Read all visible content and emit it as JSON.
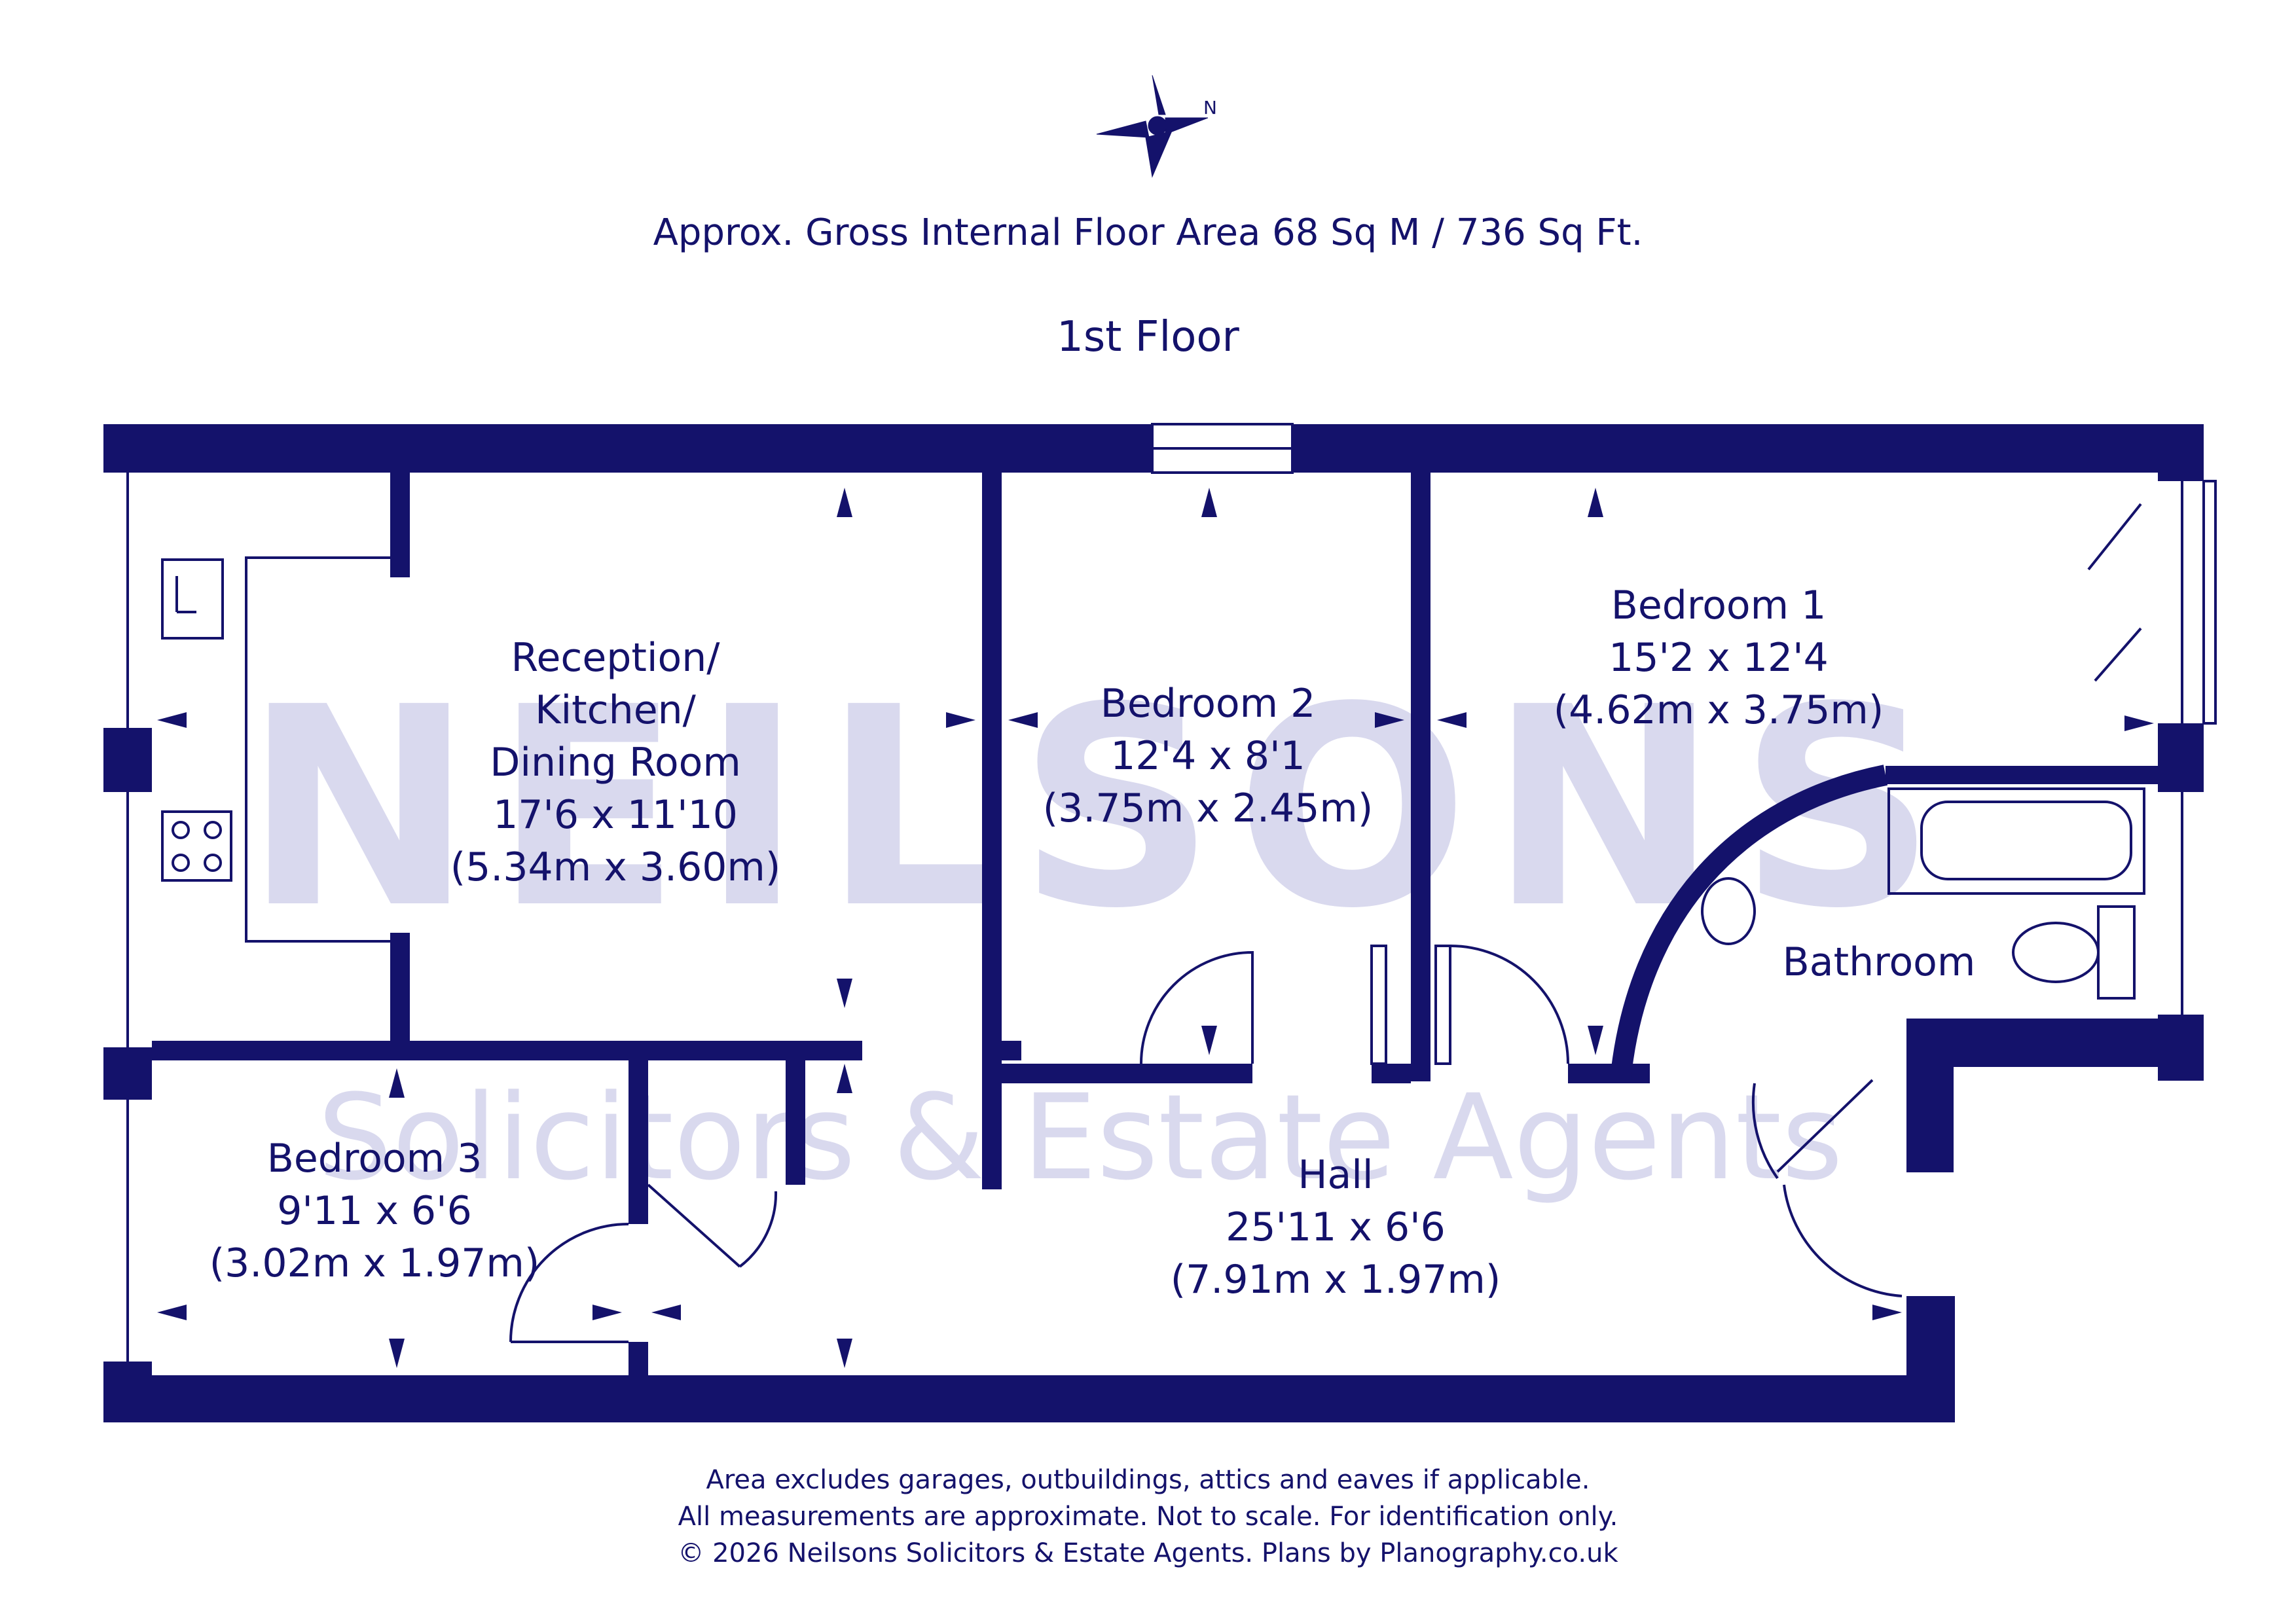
{
  "header": {
    "area_text": "Approx. Gross Internal Floor Area 68 Sq M / 736 Sq Ft.",
    "floor_label": "1st Floor",
    "compass_label": "N"
  },
  "watermark": {
    "brand": "NEILSONS",
    "tagline": "Solicitors & Estate Agents"
  },
  "rooms": {
    "reception": {
      "line1": "Reception/",
      "line2": "Kitchen/",
      "line3": "Dining Room",
      "imperial": "17'6 x 11'10",
      "metric": "(5.34m x 3.60m)"
    },
    "bedroom2": {
      "name": "Bedroom 2",
      "imperial": "12'4 x 8'1",
      "metric": "(3.75m x 2.45m)"
    },
    "bedroom1": {
      "name": "Bedroom 1",
      "imperial": "15'2 x 12'4",
      "metric": "(4.62m x 3.75m)"
    },
    "bathroom": {
      "name": "Bathroom"
    },
    "bedroom3": {
      "name": "Bedroom 3",
      "imperial": "9'11 x 6'6",
      "metric": "(3.02m x 1.97m)"
    },
    "hall": {
      "name": "Hall",
      "imperial": "25'11 x 6'6",
      "metric": "(7.91m x 1.97m)"
    }
  },
  "footer": {
    "line1": "Area excludes garages, outbuildings, attics and eaves if applicable.",
    "line2": "All measurements are approximate. Not to scale. For identification only.",
    "line3": "© 2026 Neilsons Solicitors & Estate Agents. Plans by Planography.co.uk"
  },
  "colors": {
    "wall": "#14126b",
    "watermark": "#d9d9ee",
    "background": "#ffffff"
  }
}
